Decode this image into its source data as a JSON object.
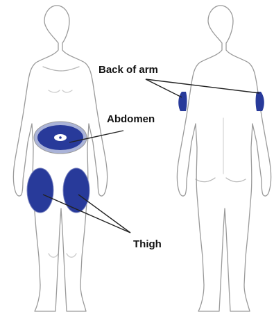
{
  "labels": {
    "back_of_arm": "Back of arm",
    "abdomen": "Abdomen",
    "thigh": "Thigh"
  },
  "colors": {
    "site_fill": "#283a9a",
    "site_halo": "#aab3d8",
    "outline": "#9a9a9a",
    "leader": "#222222"
  }
}
